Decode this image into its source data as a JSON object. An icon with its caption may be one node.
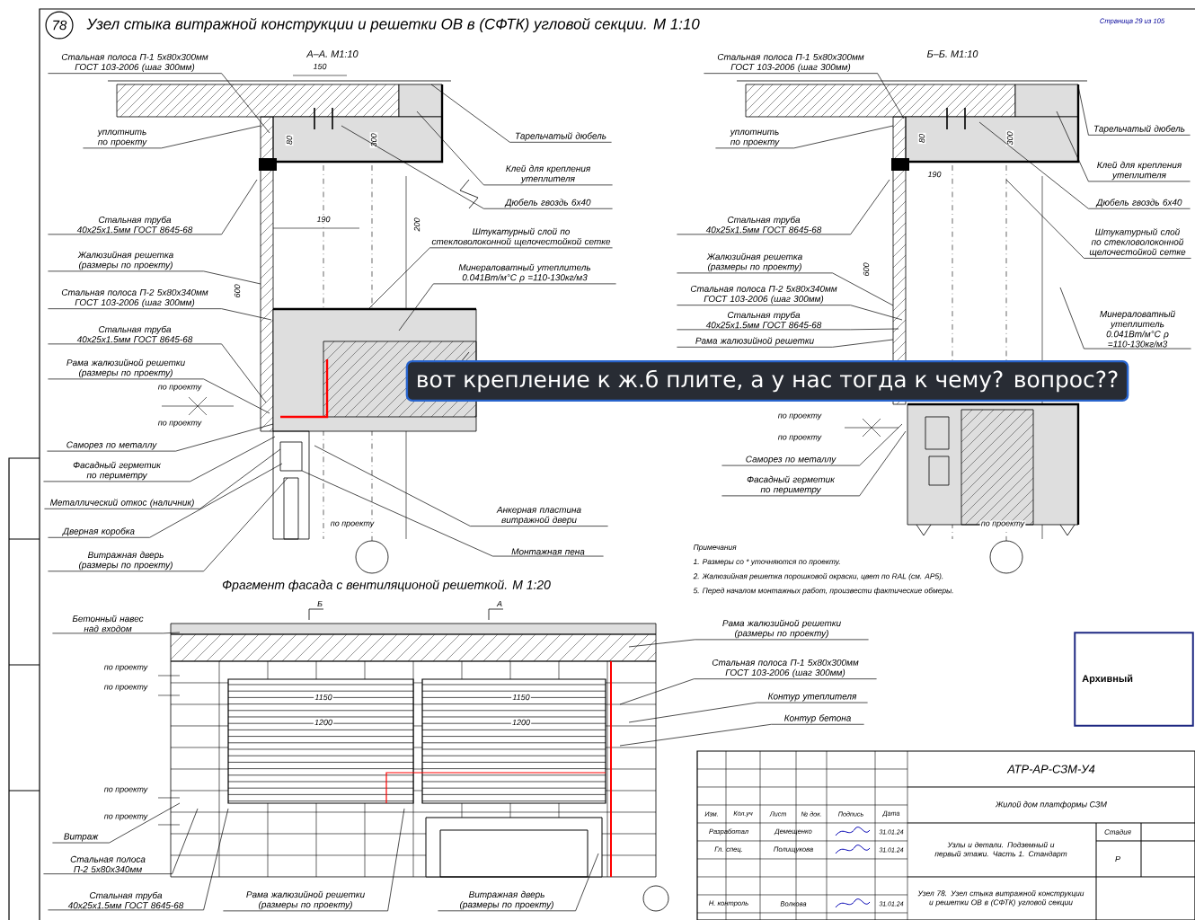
{
  "diagram": {
    "title": "Узел стыка витражной конструкции и решетки ОВ в (СФТК) угловой секции. М 1:10",
    "nodes": [
      {
        "text": [
          "78"
        ]
      },
      {
        "text": [
          "Стальная полоса П-1 5х80х300мм ГОСТ 103-2006 (шаг 300мм)"
        ]
      },
      {
        "text": [
          "уплотнить по проекту"
        ]
      },
      {
        "text": [
          "Стальная труба 40х25х1.5мм ГОСТ 8645-68"
        ]
      },
      {
        "text": [
          "Жалюзийная решетка (размеры по проекту)"
        ]
      },
      {
        "text": [
          "Стальная полоса П-2 5х80х340мм ГОСТ 103-2006 (шаг 300мм)"
        ]
      },
      {
        "text": [
          "Стальная труба 40х25х1.5мм ГОСТ 8645-68"
        ]
      },
      {
        "text": [
          "Рама жалюзийной решетки (размеры по проекту)"
        ]
      },
      {
        "text": [
          "Саморез по металлу"
        ]
      },
      {
        "text": [
          "Фасадный герметик по периметру"
        ]
      },
      {
        "text": [
          "Металлический откос (наличник)"
        ]
      },
      {
        "text": [
          "Дверная коробка"
        ]
      },
      {
        "text": [
          "Витражная дверь (размеры по проекту)"
        ]
      },
      {
        "text": [
          "Тарельчатый дюбель"
        ]
      },
      {
        "text": [
          "Клей для крепления утеплителя"
        ]
      },
      {
        "text": [
          "Дюбель гвоздь 6х40"
        ]
      },
      {
        "text": [
          "Штукатурный слой по стекловолоконной щелочестойкой сетке"
        ]
      },
      {
        "text": [
          "Минераловатный утеплитель 0.041Вт/м°С ρ =110-130кг/м3"
        ]
      },
      {
        "text": [
          "Анкерная пластина витражной двери"
        ]
      },
      {
        "text": [
          "Монтажная пена"
        ]
      },
      {
        "text": [
          "Стальная полоса П-1 5х80х300мм ГОСТ 103-2006 (шаг 300мм)"
        ]
      },
      {
        "text": [
          "уплотнить по проекту"
        ]
      },
      {
        "text": [
          "Стальная труба 40х25х1.5мм ГОСТ 8645-68"
        ]
      },
      {
        "text": [
          "Жалюзийная решетка (размеры по проекту)"
        ]
      },
      {
        "text": [
          "Стальная полоса П-2 5х80х340мм ГОСТ 103-2006 (шаг 300мм)"
        ]
      },
      {
        "text": [
          "Стальная труба 40х25х1.5мм ГОСТ 8645-68"
        ]
      },
      {
        "text": [
          "Рама жалюзийной решетки"
        ]
      },
      {
        "text": [
          "Саморез по металлу"
        ]
      },
      {
        "text": [
          "Фасадный герметик по периметру"
        ]
      },
      {
        "text": [
          "Тарельчатый дюбель"
        ]
      },
      {
        "text": [
          "Клей для крепления утеплителя"
        ]
      },
      {
        "text": [
          "Дюбель гвоздь 6х40"
        ]
      },
      {
        "text": [
          "Штукатурный слой по стекловолоконной щелочестойкой сетке"
        ]
      },
      {
        "text": [
          "Минераловатный утеплитель 0.041Вт/м°С ρ =110-130кг/м3"
        ]
      },
      {
        "text": [
          "Бетонный навес над входом"
        ]
      },
      {
        "text": [
          "Витраж"
        ]
      },
      {
        "text": [
          "Стальная полоса П-2 5х80х340мм"
        ]
      },
      {
        "text": [
          "Стальная труба 40х25х1.5мм ГОСТ 8645-68"
        ]
      },
      {
        "text": [
          "Рама жалюзийной решетки (размеры по проекту)"
        ]
      },
      {
        "text": [
          "Витражная дверь (размеры по проекту)"
        ]
      },
      {
        "text": [
          "Рама жалюзийной решетки (размеры по проекту)"
        ]
      },
      {
        "text": [
          "Стальная полоса П-1 5х80х300мм ГОСТ 103-2006 (шаг 300мм)"
        ]
      },
      {
        "text": [
          "Контур утеплителя"
        ]
      },
      {
        "text": [
          "Контур бетона"
        ]
      },
      {
        "text": [
          "вот крепление к ж.б плите, а у нас тогда к чему? вопрос??"
        ]
      },
      {
        "text": [
          "Архивный"
        ]
      }
    ],
    "edges": [
      {
        "from": 1,
        "to": null,
        "arrow": "none"
      },
      {
        "from": 2,
        "to": null,
        "arrow": "none"
      },
      {
        "from": 3,
        "to": null,
        "arrow": "none"
      },
      {
        "from": 4,
        "to": null,
        "arrow": "none"
      },
      {
        "from": 5,
        "to": null,
        "arrow": "none"
      },
      {
        "from": 6,
        "to": null,
        "arrow": "none"
      },
      {
        "from": 7,
        "to": null,
        "arrow": "none"
      },
      {
        "from": 8,
        "to": null,
        "arrow": "none"
      },
      {
        "from": 9,
        "to": null,
        "arrow": "none"
      },
      {
        "from": 10,
        "to": null,
        "arrow": "none"
      },
      {
        "from": 11,
        "to": null,
        "arrow": "none"
      },
      {
        "from": 12,
        "to": null,
        "arrow": "none"
      },
      {
        "from": 13,
        "to": null,
        "arrow": "none"
      },
      {
        "from": 14,
        "to": null,
        "arrow": "none"
      },
      {
        "from": 15,
        "to": null,
        "arrow": "none"
      },
      {
        "from": 16,
        "to": null,
        "arrow": "none"
      },
      {
        "from": 17,
        "to": null,
        "arrow": "none"
      },
      {
        "from": 18,
        "to": null,
        "arrow": "none"
      },
      {
        "from": 19,
        "to": null,
        "arrow": "none"
      },
      {
        "from": 20,
        "to": null,
        "arrow": "none"
      },
      {
        "from": 21,
        "to": null,
        "arrow": "none"
      },
      {
        "from": 22,
        "to": null,
        "arrow": "none"
      },
      {
        "from": 23,
        "to": null,
        "arrow": "none"
      },
      {
        "from": 24,
        "to": null,
        "arrow": "none"
      },
      {
        "from": 25,
        "to": null,
        "arrow": "none"
      },
      {
        "from": 26,
        "to": null,
        "arrow": "none"
      },
      {
        "from": 27,
        "to": null,
        "arrow": "none"
      },
      {
        "from": 28,
        "to": null,
        "arrow": "none"
      },
      {
        "from": 29,
        "to": null,
        "arrow": "none"
      },
      {
        "from": 30,
        "to": null,
        "arrow": "none"
      },
      {
        "from": 31,
        "to": null,
        "arrow": "none"
      },
      {
        "from": 32,
        "to": null,
        "arrow": "none"
      },
      {
        "from": 33,
        "to": null,
        "arrow": "none"
      },
      {
        "from": 34,
        "to": null,
        "arrow": "none"
      },
      {
        "from": 35,
        "to": null,
        "arrow": "none"
      },
      {
        "from": 36,
        "to": null,
        "arrow": "none"
      },
      {
        "from": 37,
        "to": null,
        "arrow": "none"
      },
      {
        "from": 38,
        "to": null,
        "arrow": "none"
      },
      {
        "from": 39,
        "to": null,
        "arrow": "none"
      },
      {
        "from": 40,
        "to": null,
        "arrow": "none"
      },
      {
        "from": 41,
        "to": null,
        "arrow": "none"
      },
      {
        "from": 42,
        "to": null,
        "arrow": "none"
      },
      {
        "from": 43,
        "to": null,
        "arrow": "none"
      }
    ],
    "labels": [
      "А–А. М1:10",
      "150",
      "80",
      "300",
      "190",
      "200",
      "600",
      "по проекту",
      "по проекту",
      "по проекту",
      "Б–Б. М1:10",
      "80",
      "300",
      "190",
      "600",
      "по проекту",
      "по проекту",
      "по проекту",
      "Страница 29 из 105",
      "Примечания",
      "1. Размеры со * уточняются по проекту.",
      "2. Жалюзийная решетка порошковой окраски, цвет по RAL (см. АР5).",
      "5. Перед началом монтажных работ, произвести фактические обмеры.",
      "Фрагмент фасада с вентиляционой решеткой. М 1:20",
      "по проекту",
      "по проекту",
      "по проекту",
      "по проекту",
      "1150",
      "1200",
      "1150",
      "1200",
      "АТР-АР-СЗМ-У4",
      "Жилой дом платформы СЗМ",
      "Изм.",
      "Кол.уч",
      "Лист",
      "№ док.",
      "Подпись",
      "Дата",
      "Разработал",
      "Демещенко",
      "31.01.24",
      "Гл. спец.",
      "Полищукова",
      "31.01.24",
      "Узлы и детали. Подземный и первый этажи. Часть 1. Стандарт",
      "Стадия",
      "Р",
      "Н. контроль",
      "Волкова",
      "31.01.24",
      "Узел 78. Узел стыка витражной конструкции и решетки ОВ в (СФТК) угловой секции",
      "Б",
      "А"
    ]
  }
}
